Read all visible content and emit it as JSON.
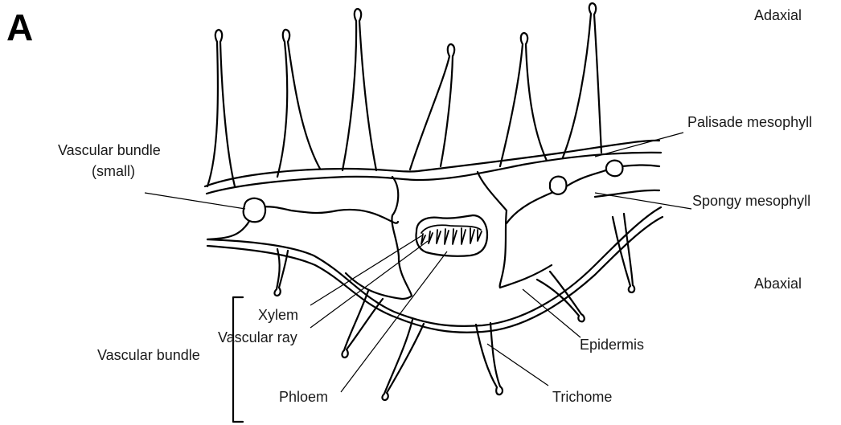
{
  "panel_letter": "A",
  "labels": {
    "adaxial": "Adaxial",
    "abaxial": "Abaxial",
    "palisade": "Palisade mesophyll",
    "spongy": "Spongy mesophyll",
    "vb_small_1": "Vascular bundle",
    "vb_small_2": "(small)",
    "xylem": "Xylem",
    "vascular_ray": "Vascular ray",
    "vascular_bundle": "Vascular bundle",
    "phloem": "Phloem",
    "epidermis": "Epidermis",
    "trichome": "Trichome"
  }
}
